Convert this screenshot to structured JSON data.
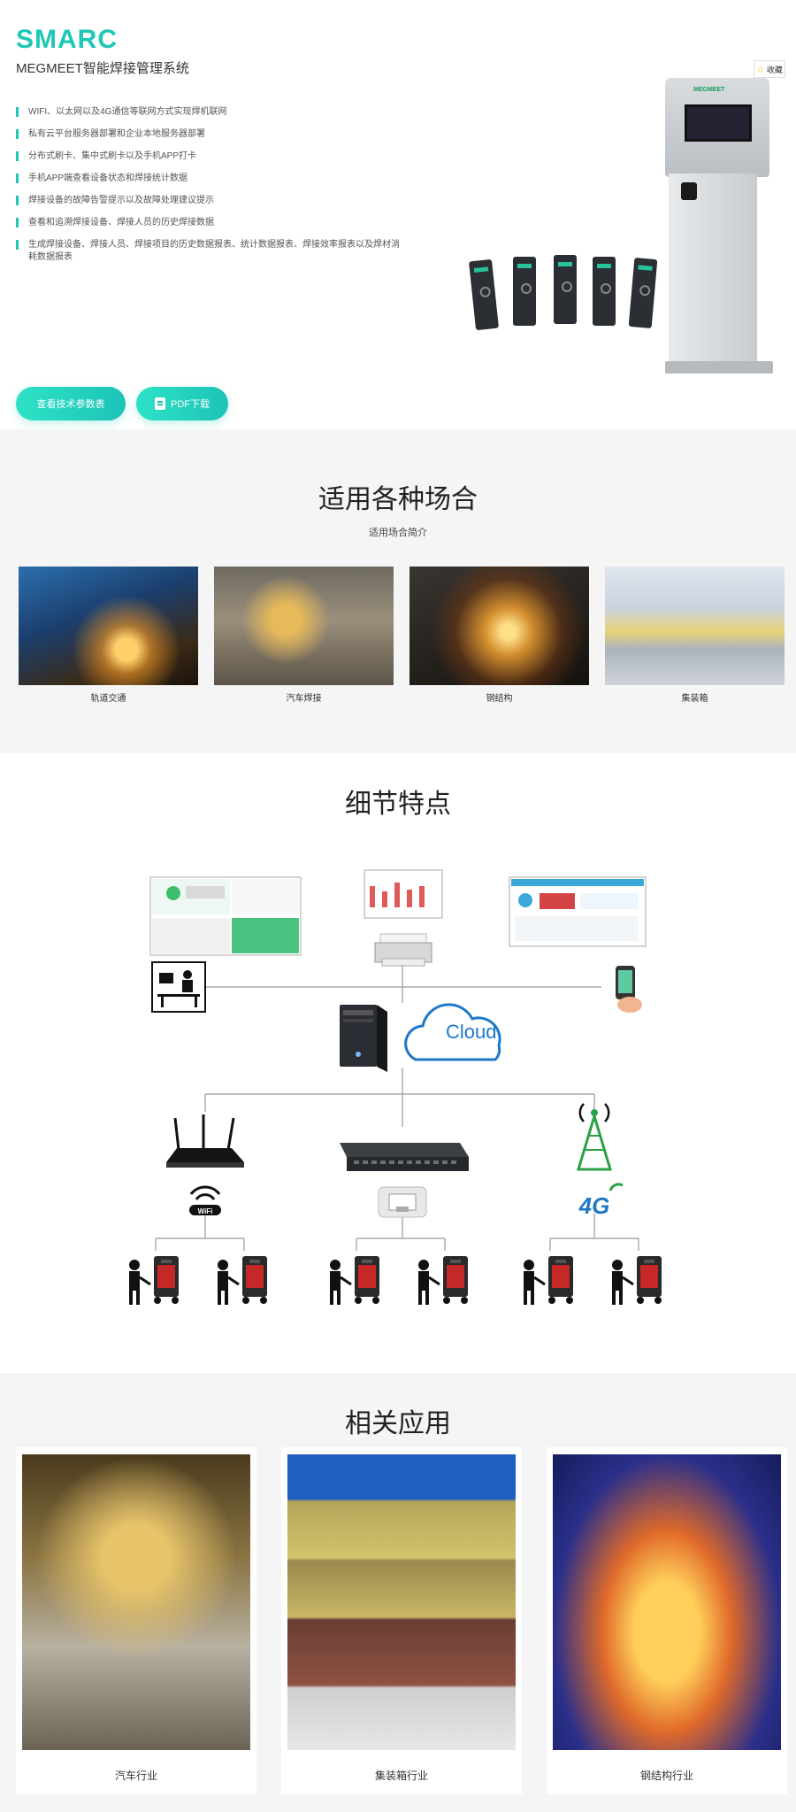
{
  "hero": {
    "brand": "SMARC",
    "subtitle": "MEGMEET智能焊接管理系统",
    "favorite_label": "收藏",
    "features": [
      "WIFI、以太网以及4G通信等联网方式实现焊机联网",
      "私有云平台服务器部署和企业本地服务器部署",
      "分布式刷卡、集中式刷卡以及手机APP打卡",
      "手机APP端查看设备状态和焊接统计数据",
      "焊接设备的故障告警提示以及故障处理建议提示",
      "查看和追溯焊接设备、焊接人员的历史焊接数据",
      "生成焊接设备、焊接人员、焊接项目的历史数据报表、统计数据报表、焊接效率报表以及焊材消耗数据报表"
    ],
    "kiosk_logo": "MEGMEET",
    "buttons": {
      "specs": "查看技术参数表",
      "pdf": "PDF下载"
    }
  },
  "scenes": {
    "title": "适用各种场合",
    "subtitle": "适用场合简介",
    "items": [
      {
        "label": "轨道交通"
      },
      {
        "label": "汽车焊接"
      },
      {
        "label": "钢结构"
      },
      {
        "label": "集装箱"
      }
    ]
  },
  "detail": {
    "title": "细节特点",
    "cloud_label": "Cloud",
    "wifi_label": "WiFi",
    "fourg_label": "4G"
  },
  "apps": {
    "title": "相关应用",
    "items": [
      {
        "label": "汽车行业"
      },
      {
        "label": "集装箱行业"
      },
      {
        "label": "钢结构行业"
      }
    ]
  },
  "colors": {
    "accent": "#1fc7b4",
    "section_bg": "#f5f5f5"
  }
}
